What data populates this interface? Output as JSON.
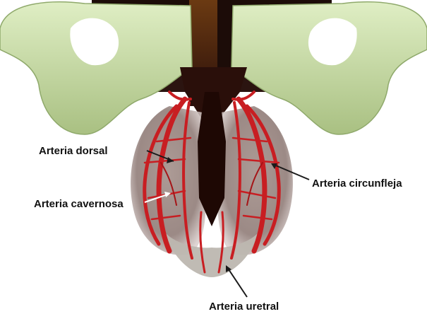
{
  "labels": {
    "dorsal": "Arteria dorsal",
    "cavernosa": "Arteria cavernosa",
    "circunfleja": "Arteria circunfleja",
    "uretral": "Arteria uretral"
  },
  "colors": {
    "bone": "#c4d7a2",
    "bone_shadow": "#8fa96b",
    "tissue": "#8a7570",
    "artery": "#c81e22",
    "artery_dark": "#7d0d10",
    "dark": "#2a0f0a",
    "spongiosum": "#b7b2ab"
  }
}
